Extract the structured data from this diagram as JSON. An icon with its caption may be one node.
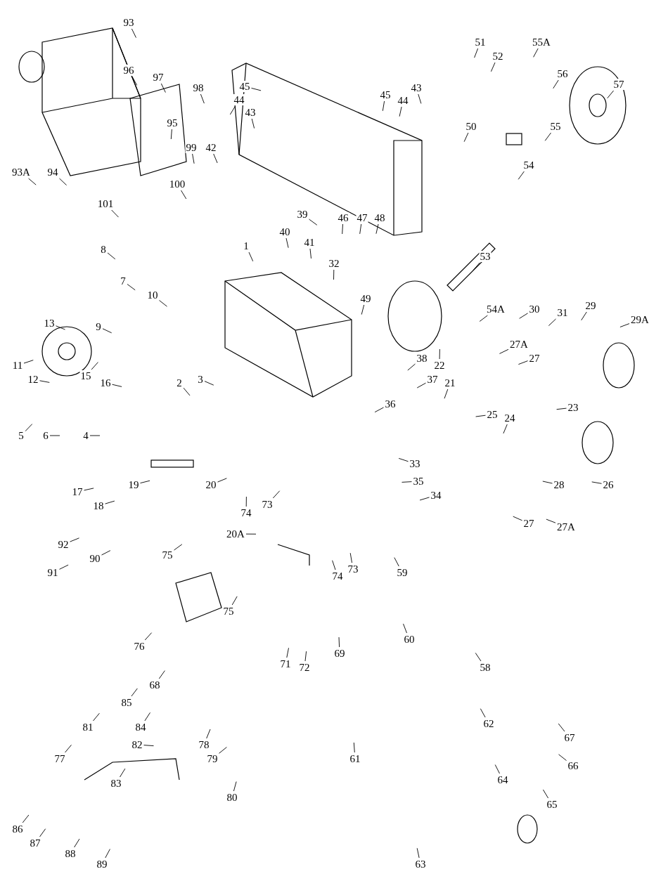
{
  "diagram": {
    "nodes": [
      {
        "text": [
          "93"
        ]
      },
      {
        "text": [
          "96"
        ]
      },
      {
        "text": [
          "97"
        ]
      },
      {
        "text": [
          "98"
        ]
      },
      {
        "text": [
          "93A"
        ]
      },
      {
        "text": [
          "94"
        ]
      },
      {
        "text": [
          "95"
        ]
      },
      {
        "text": [
          "99"
        ]
      },
      {
        "text": [
          "100"
        ]
      },
      {
        "text": [
          "101"
        ]
      },
      {
        "text": [
          "45"
        ]
      },
      {
        "text": [
          "44"
        ]
      },
      {
        "text": [
          "43"
        ]
      },
      {
        "text": [
          "42"
        ]
      },
      {
        "text": [
          "45"
        ]
      },
      {
        "text": [
          "44"
        ]
      },
      {
        "text": [
          "43"
        ]
      },
      {
        "text": [
          "39"
        ]
      },
      {
        "text": [
          "40"
        ]
      },
      {
        "text": [
          "41"
        ]
      },
      {
        "text": [
          "46"
        ]
      },
      {
        "text": [
          "47"
        ]
      },
      {
        "text": [
          "48"
        ]
      },
      {
        "text": [
          "51"
        ]
      },
      {
        "text": [
          "52"
        ]
      },
      {
        "text": [
          "55A"
        ]
      },
      {
        "text": [
          "56"
        ]
      },
      {
        "text": [
          "57"
        ]
      },
      {
        "text": [
          "55"
        ]
      },
      {
        "text": [
          "50"
        ]
      },
      {
        "text": [
          "54"
        ]
      },
      {
        "text": [
          "53"
        ]
      },
      {
        "text": [
          "8"
        ]
      },
      {
        "text": [
          "7"
        ]
      },
      {
        "text": [
          "13"
        ]
      },
      {
        "text": [
          "9"
        ]
      },
      {
        "text": [
          "10"
        ]
      },
      {
        "text": [
          "1"
        ]
      },
      {
        "text": [
          "32"
        ]
      },
      {
        "text": [
          "11"
        ]
      },
      {
        "text": [
          "12"
        ]
      },
      {
        "text": [
          "15"
        ]
      },
      {
        "text": [
          "16"
        ]
      },
      {
        "text": [
          "4"
        ]
      },
      {
        "text": [
          "5"
        ]
      },
      {
        "text": [
          "6"
        ]
      },
      {
        "text": [
          "2"
        ]
      },
      {
        "text": [
          "3"
        ]
      },
      {
        "text": [
          "49"
        ]
      },
      {
        "text": [
          "54A"
        ]
      },
      {
        "text": [
          "30"
        ]
      },
      {
        "text": [
          "31"
        ]
      },
      {
        "text": [
          "29"
        ]
      },
      {
        "text": [
          "29A"
        ]
      },
      {
        "text": [
          "27A"
        ]
      },
      {
        "text": [
          "27"
        ]
      },
      {
        "text": [
          "22"
        ]
      },
      {
        "text": [
          "21"
        ]
      },
      {
        "text": [
          "38"
        ]
      },
      {
        "text": [
          "37"
        ]
      },
      {
        "text": [
          "36"
        ]
      },
      {
        "text": [
          "25"
        ]
      },
      {
        "text": [
          "24"
        ]
      },
      {
        "text": [
          "23"
        ]
      },
      {
        "text": [
          "33"
        ]
      },
      {
        "text": [
          "35"
        ]
      },
      {
        "text": [
          "34"
        ]
      },
      {
        "text": [
          "28"
        ]
      },
      {
        "text": [
          "27"
        ]
      },
      {
        "text": [
          "27A"
        ]
      },
      {
        "text": [
          "26"
        ]
      },
      {
        "text": [
          "17"
        ]
      },
      {
        "text": [
          "18"
        ]
      },
      {
        "text": [
          "19"
        ]
      },
      {
        "text": [
          "20"
        ]
      },
      {
        "text": [
          "20A"
        ]
      },
      {
        "text": [
          "73"
        ]
      },
      {
        "text": [
          "74"
        ]
      },
      {
        "text": [
          "92"
        ]
      },
      {
        "text": [
          "91"
        ]
      },
      {
        "text": [
          "90"
        ]
      },
      {
        "text": [
          "75"
        ]
      },
      {
        "text": [
          "76"
        ]
      },
      {
        "text": [
          "68"
        ]
      },
      {
        "text": [
          "75"
        ]
      },
      {
        "text": [
          "73"
        ]
      },
      {
        "text": [
          "74"
        ]
      },
      {
        "text": [
          "69"
        ]
      },
      {
        "text": [
          "71"
        ]
      },
      {
        "text": [
          "72"
        ]
      },
      {
        "text": [
          "85"
        ]
      },
      {
        "text": [
          "84"
        ]
      },
      {
        "text": [
          "81"
        ]
      },
      {
        "text": [
          "82"
        ]
      },
      {
        "text": [
          "78"
        ]
      },
      {
        "text": [
          "79"
        ]
      },
      {
        "text": [
          "77"
        ]
      },
      {
        "text": [
          "83"
        ]
      },
      {
        "text": [
          "80"
        ]
      },
      {
        "text": [
          "86"
        ]
      },
      {
        "text": [
          "87"
        ]
      },
      {
        "text": [
          "88"
        ]
      },
      {
        "text": [
          "89"
        ]
      },
      {
        "text": [
          "59"
        ]
      },
      {
        "text": [
          "60"
        ]
      },
      {
        "text": [
          "58"
        ]
      },
      {
        "text": [
          "61"
        ]
      },
      {
        "text": [
          "62"
        ]
      },
      {
        "text": [
          "67"
        ]
      },
      {
        "text": [
          "66"
        ]
      },
      {
        "text": [
          "64"
        ]
      },
      {
        "text": [
          "65"
        ]
      },
      {
        "text": [
          "63"
        ]
      }
    ],
    "edges": [
      {
        "from": 0,
        "to": null,
        "arrow": "none"
      },
      {
        "from": 1,
        "to": null,
        "arrow": "none"
      },
      {
        "from": 2,
        "to": null,
        "arrow": "none"
      },
      {
        "from": 3,
        "to": null,
        "arrow": "none"
      },
      {
        "from": 4,
        "to": null,
        "arrow": "none"
      },
      {
        "from": 5,
        "to": null,
        "arrow": "none"
      },
      {
        "from": 6,
        "to": null,
        "arrow": "none"
      },
      {
        "from": 7,
        "to": null,
        "arrow": "none"
      },
      {
        "from": 8,
        "to": null,
        "arrow": "none"
      },
      {
        "from": 9,
        "to": null,
        "arrow": "none"
      },
      {
        "from": 10,
        "to": null,
        "arrow": "none"
      },
      {
        "from": 11,
        "to": null,
        "arrow": "none"
      },
      {
        "from": 12,
        "to": null,
        "arrow": "none"
      },
      {
        "from": 13,
        "to": null,
        "arrow": "none"
      },
      {
        "from": 14,
        "to": null,
        "arrow": "none"
      },
      {
        "from": 15,
        "to": null,
        "arrow": "none"
      },
      {
        "from": 16,
        "to": null,
        "arrow": "none"
      },
      {
        "from": 17,
        "to": null,
        "arrow": "none"
      },
      {
        "from": 18,
        "to": null,
        "arrow": "none"
      },
      {
        "from": 19,
        "to": null,
        "arrow": "none"
      },
      {
        "from": 20,
        "to": null,
        "arrow": "none"
      },
      {
        "from": 21,
        "to": null,
        "arrow": "none"
      },
      {
        "from": 22,
        "to": null,
        "arrow": "none"
      },
      {
        "from": 23,
        "to": null,
        "arrow": "none"
      },
      {
        "from": 24,
        "to": null,
        "arrow": "none"
      },
      {
        "from": 25,
        "to": null,
        "arrow": "none"
      },
      {
        "from": 26,
        "to": null,
        "arrow": "none"
      },
      {
        "from": 27,
        "to": null,
        "arrow": "none"
      },
      {
        "from": 28,
        "to": null,
        "arrow": "none"
      },
      {
        "from": 29,
        "to": null,
        "arrow": "none"
      },
      {
        "from": 30,
        "to": null,
        "arrow": "none"
      },
      {
        "from": 31,
        "to": null,
        "arrow": "none"
      },
      {
        "from": 32,
        "to": null,
        "arrow": "none"
      },
      {
        "from": 33,
        "to": null,
        "arrow": "none"
      },
      {
        "from": 34,
        "to": null,
        "arrow": "none"
      },
      {
        "from": 35,
        "to": null,
        "arrow": "none"
      },
      {
        "from": 36,
        "to": null,
        "arrow": "none"
      },
      {
        "from": 37,
        "to": null,
        "arrow": "none"
      },
      {
        "from": 38,
        "to": null,
        "arrow": "none"
      },
      {
        "from": 39,
        "to": null,
        "arrow": "none"
      },
      {
        "from": 40,
        "to": null,
        "arrow": "none"
      },
      {
        "from": 41,
        "to": null,
        "arrow": "none"
      },
      {
        "from": 42,
        "to": null,
        "arrow": "none"
      },
      {
        "from": 43,
        "to": null,
        "arrow": "none"
      },
      {
        "from": 44,
        "to": null,
        "arrow": "none"
      },
      {
        "from": 45,
        "to": null,
        "arrow": "none"
      },
      {
        "from": 46,
        "to": null,
        "arrow": "none"
      },
      {
        "from": 47,
        "to": null,
        "arrow": "none"
      },
      {
        "from": 48,
        "to": null,
        "arrow": "none"
      },
      {
        "from": 49,
        "to": null,
        "arrow": "none"
      },
      {
        "from": 50,
        "to": null,
        "arrow": "none"
      },
      {
        "from": 51,
        "to": null,
        "arrow": "none"
      },
      {
        "from": 52,
        "to": null,
        "arrow": "none"
      },
      {
        "from": 53,
        "to": null,
        "arrow": "none"
      },
      {
        "from": 54,
        "to": null,
        "arrow": "none"
      },
      {
        "from": 55,
        "to": null,
        "arrow": "none"
      },
      {
        "from": 56,
        "to": null,
        "arrow": "none"
      },
      {
        "from": 57,
        "to": null,
        "arrow": "none"
      },
      {
        "from": 58,
        "to": null,
        "arrow": "none"
      },
      {
        "from": 59,
        "to": null,
        "arrow": "none"
      },
      {
        "from": 60,
        "to": null,
        "arrow": "none"
      },
      {
        "from": 61,
        "to": null,
        "arrow": "none"
      },
      {
        "from": 62,
        "to": null,
        "arrow": "none"
      },
      {
        "from": 63,
        "to": null,
        "arrow": "none"
      },
      {
        "from": 64,
        "to": null,
        "arrow": "none"
      },
      {
        "from": 65,
        "to": null,
        "arrow": "none"
      },
      {
        "from": 66,
        "to": null,
        "arrow": "none"
      },
      {
        "from": 67,
        "to": null,
        "arrow": "none"
      },
      {
        "from": 68,
        "to": null,
        "arrow": "none"
      },
      {
        "from": 69,
        "to": null,
        "arrow": "none"
      },
      {
        "from": 70,
        "to": null,
        "arrow": "none"
      },
      {
        "from": 71,
        "to": null,
        "arrow": "none"
      },
      {
        "from": 72,
        "to": null,
        "arrow": "none"
      },
      {
        "from": 73,
        "to": null,
        "arrow": "none"
      },
      {
        "from": 74,
        "to": null,
        "arrow": "none"
      },
      {
        "from": 75,
        "to": null,
        "arrow": "none"
      },
      {
        "from": 76,
        "to": null,
        "arrow": "none"
      },
      {
        "from": 77,
        "to": null,
        "arrow": "none"
      },
      {
        "from": 78,
        "to": null,
        "arrow": "none"
      },
      {
        "from": 79,
        "to": null,
        "arrow": "none"
      },
      {
        "from": 80,
        "to": null,
        "arrow": "none"
      },
      {
        "from": 81,
        "to": null,
        "arrow": "none"
      },
      {
        "from": 82,
        "to": null,
        "arrow": "none"
      },
      {
        "from": 83,
        "to": null,
        "arrow": "none"
      },
      {
        "from": 84,
        "to": null,
        "arrow": "none"
      },
      {
        "from": 85,
        "to": null,
        "arrow": "none"
      },
      {
        "from": 86,
        "to": null,
        "arrow": "none"
      },
      {
        "from": 87,
        "to": null,
        "arrow": "none"
      },
      {
        "from": 88,
        "to": null,
        "arrow": "none"
      },
      {
        "from": 89,
        "to": null,
        "arrow": "none"
      },
      {
        "from": 90,
        "to": null,
        "arrow": "none"
      },
      {
        "from": 91,
        "to": null,
        "arrow": "none"
      },
      {
        "from": 92,
        "to": null,
        "arrow": "none"
      },
      {
        "from": 93,
        "to": null,
        "arrow": "none"
      },
      {
        "from": 94,
        "to": null,
        "arrow": "none"
      },
      {
        "from": 95,
        "to": null,
        "arrow": "none"
      },
      {
        "from": 96,
        "to": null,
        "arrow": "none"
      },
      {
        "from": 97,
        "to": null,
        "arrow": "none"
      },
      {
        "from": 98,
        "to": null,
        "arrow": "none"
      },
      {
        "from": 99,
        "to": null,
        "arrow": "none"
      },
      {
        "from": 100,
        "to": null,
        "arrow": "none"
      },
      {
        "from": 101,
        "to": null,
        "arrow": "none"
      },
      {
        "from": 102,
        "to": null,
        "arrow": "none"
      },
      {
        "from": 103,
        "to": null,
        "arrow": "none"
      },
      {
        "from": 104,
        "to": null,
        "arrow": "none"
      },
      {
        "from": 105,
        "to": null,
        "arrow": "none"
      },
      {
        "from": 106,
        "to": null,
        "arrow": "none"
      },
      {
        "from": 107,
        "to": null,
        "arrow": "none"
      },
      {
        "from": 108,
        "to": null,
        "arrow": "none"
      },
      {
        "from": 109,
        "to": null,
        "arrow": "none"
      },
      {
        "from": 110,
        "to": null,
        "arrow": "none"
      },
      {
        "from": 111,
        "to": null,
        "arrow": "none"
      },
      {
        "from": 112,
        "to": null,
        "arrow": "none"
      }
    ]
  }
}
